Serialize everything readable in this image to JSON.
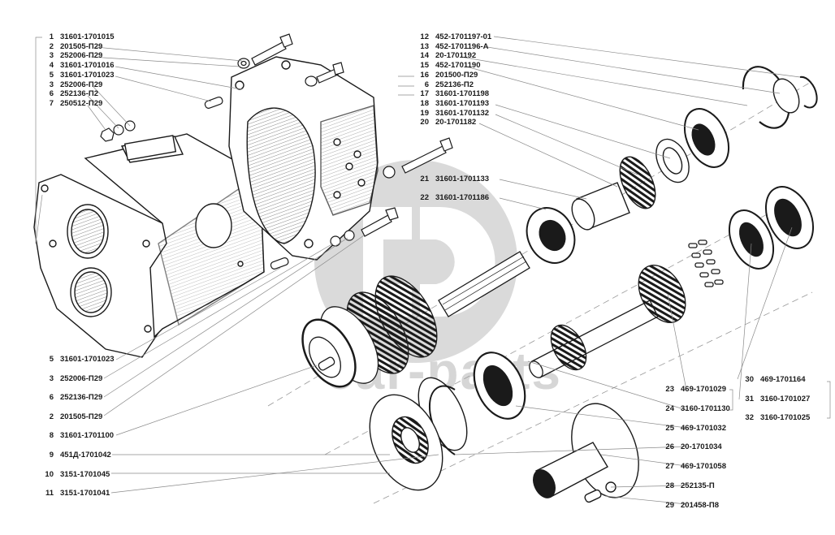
{
  "diagram": {
    "title": "Transfer case exploded parts diagram",
    "watermark": {
      "logo": "car-parts logo",
      "text": "car-parts",
      "color": "#d8d8d8"
    },
    "line_color": "#1a1a1a",
    "leader_color": "#8a8a8a",
    "labels": {
      "left_top": [
        {
          "num": "1",
          "code": "31601-1701015"
        },
        {
          "num": "2",
          "code": "201505-П29"
        },
        {
          "num": "3",
          "code": "252006-П29"
        },
        {
          "num": "4",
          "code": "31601-1701016"
        },
        {
          "num": "5",
          "code": "31601-1701023"
        },
        {
          "num": "3",
          "code": "252006-П29"
        },
        {
          "num": "6",
          "code": "252136-П2"
        },
        {
          "num": "7",
          "code": "250512-П29"
        }
      ],
      "left_bottom": [
        {
          "num": "5",
          "code": "31601-1701023"
        },
        {
          "num": "3",
          "code": "252006-П29"
        },
        {
          "num": "6",
          "code": "252136-П29"
        },
        {
          "num": "2",
          "code": "201505-П29"
        },
        {
          "num": "8",
          "code": "31601-1701100"
        },
        {
          "num": "9",
          "code": "451Д-1701042"
        },
        {
          "num": "10",
          "code": "3151-1701045"
        },
        {
          "num": "11",
          "code": "3151-1701041"
        }
      ],
      "center_top": [
        {
          "num": "12",
          "code": "452-1701197-01"
        },
        {
          "num": "13",
          "code": "452-1701196-А"
        },
        {
          "num": "14",
          "code": "20-1701192"
        },
        {
          "num": "15",
          "code": "452-1701190"
        },
        {
          "num": "16",
          "code": "201500-П29"
        },
        {
          "num": "6",
          "code": "252136-П2"
        },
        {
          "num": "17",
          "code": "31601-1701198"
        },
        {
          "num": "18",
          "code": "31601-1701193"
        },
        {
          "num": "19",
          "code": "31601-1701132"
        },
        {
          "num": "20",
          "code": "20-1701182"
        }
      ],
      "center_mid": [
        {
          "num": "21",
          "code": "31601-1701133"
        },
        {
          "num": "22",
          "code": "31601-1701186"
        }
      ],
      "right_bottom": [
        {
          "num": "23",
          "code": "469-1701029"
        },
        {
          "num": "24",
          "code": "3160-1701130"
        },
        {
          "num": "25",
          "code": "469-1701032"
        },
        {
          "num": "26",
          "code": "20-1701034"
        },
        {
          "num": "27",
          "code": "469-1701058"
        },
        {
          "num": "28",
          "code": "252135-П"
        },
        {
          "num": "29",
          "code": "201458-П8"
        }
      ],
      "far_right": [
        {
          "num": "30",
          "code": "469-1701164"
        },
        {
          "num": "31",
          "code": "3160-1701027"
        },
        {
          "num": "32",
          "code": "3160-1701025"
        }
      ]
    }
  }
}
